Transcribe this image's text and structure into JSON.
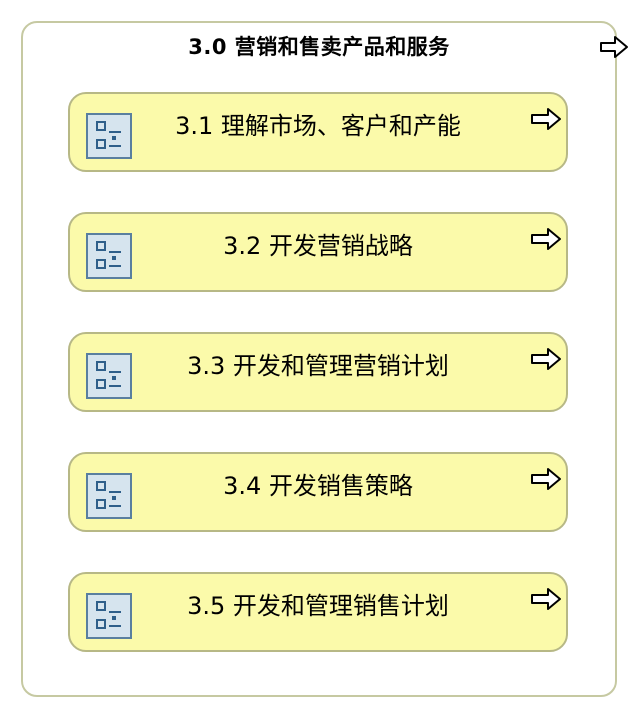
{
  "container": {
    "title": "3.0 营销和售卖产品和服务",
    "arrow_icon": "link-arrow-icon"
  },
  "processes": [
    {
      "label": "3.1 理解市场、客户和产能",
      "icon": "subprocess-list-icon",
      "arrow_icon": "link-arrow-icon"
    },
    {
      "label": "3.2 开发营销战略",
      "icon": "subprocess-list-icon",
      "arrow_icon": "link-arrow-icon"
    },
    {
      "label": "3.3 开发和管理营销计划",
      "icon": "subprocess-list-icon",
      "arrow_icon": "link-arrow-icon"
    },
    {
      "label": "3.4 开发销售策略",
      "icon": "subprocess-list-icon",
      "arrow_icon": "link-arrow-icon"
    },
    {
      "label": "3.5 开发和管理销售计划",
      "icon": "subprocess-list-icon",
      "arrow_icon": "link-arrow-icon"
    }
  ],
  "colors": {
    "process_fill": "#fbfaaa",
    "process_border": "#b7b886",
    "container_border": "#c6c9a2",
    "icon_fill": "#d6e4ee",
    "icon_stroke": "#2f5f8a"
  }
}
